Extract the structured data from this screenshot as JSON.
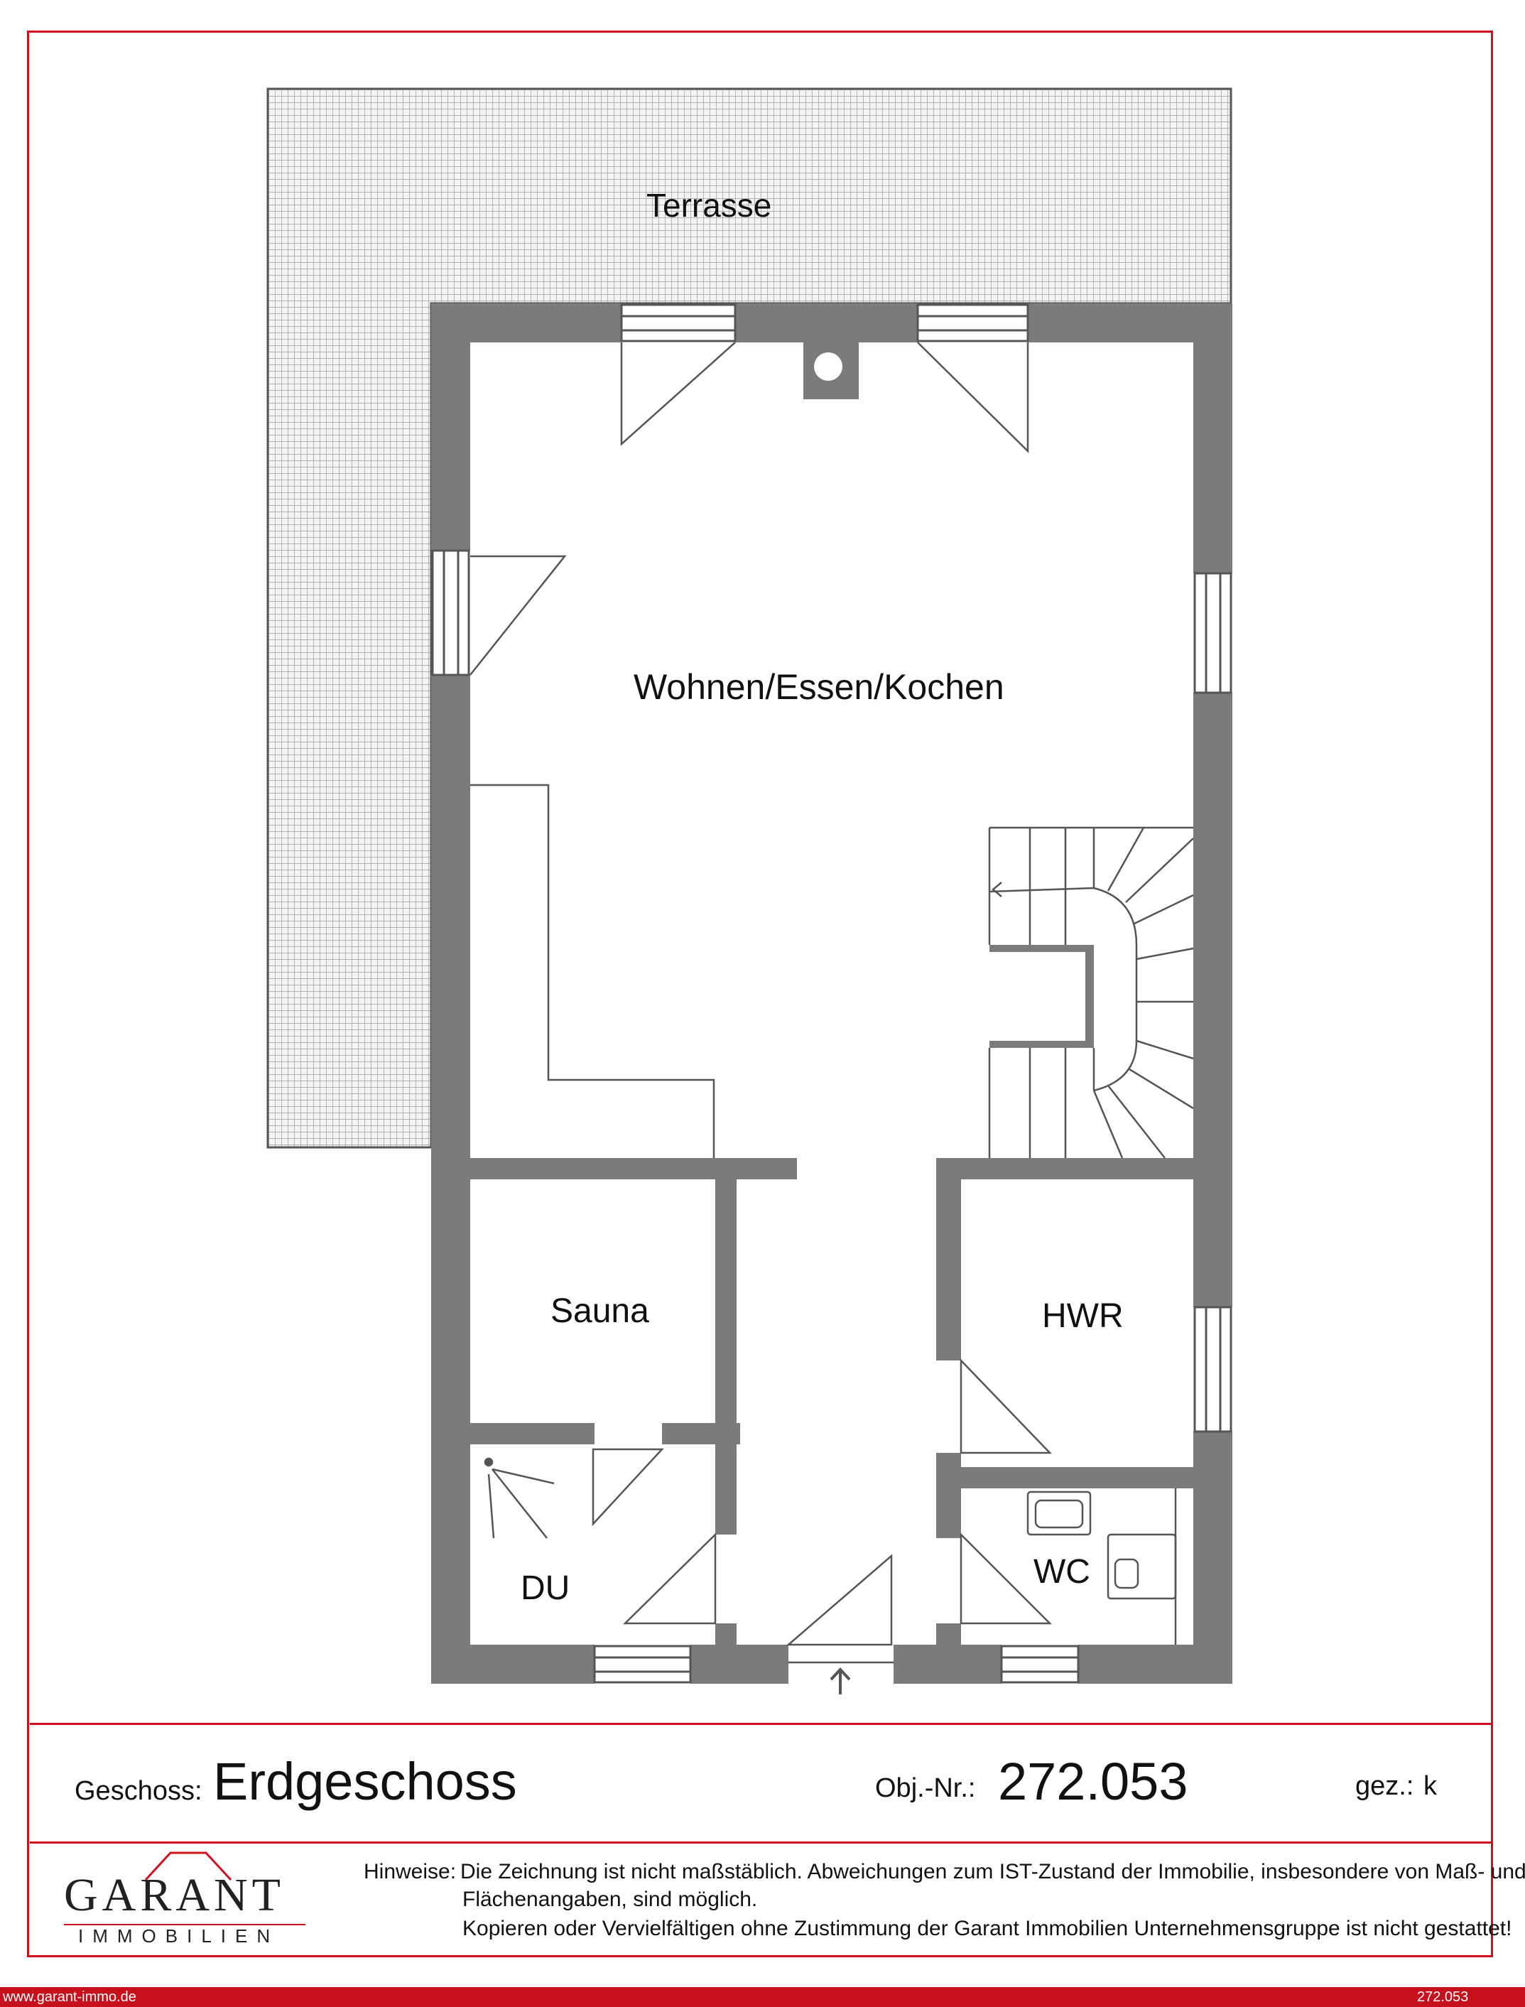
{
  "rooms": {
    "terrasse": "Terrasse",
    "wohnen": "Wohnen/Essen/Kochen",
    "sauna": "Sauna",
    "hwr": "HWR",
    "du": "DU",
    "wc": "WC"
  },
  "info": {
    "geschoss_label": "Geschoss:",
    "geschoss_value": "Erdgeschoss",
    "obj_label": "Obj.-Nr.:",
    "obj_value": "272.053",
    "gez_label": "gez.:",
    "gez_value": "k"
  },
  "logo": {
    "name": "GARANT",
    "sub": "IMMOBILIEN"
  },
  "notes": {
    "label": "Hinweise:",
    "line1": "Die Zeichnung ist nicht maßstäblich. Abweichungen zum IST-Zustand der Immobilie, insbesondere von Maß- und",
    "line2": "Flächenangaben, sind möglich.",
    "line3": "Kopieren oder Vervielfältigen ohne Zustimmung der Garant Immobilien Unternehmensgruppe ist nicht gestattet!"
  },
  "footer": {
    "url": "www.garant-immo.de",
    "ref": "272.053"
  },
  "colors": {
    "accent": "#d0101e",
    "wall": "#7a7a7a",
    "terrace": "#a5a5a5"
  }
}
